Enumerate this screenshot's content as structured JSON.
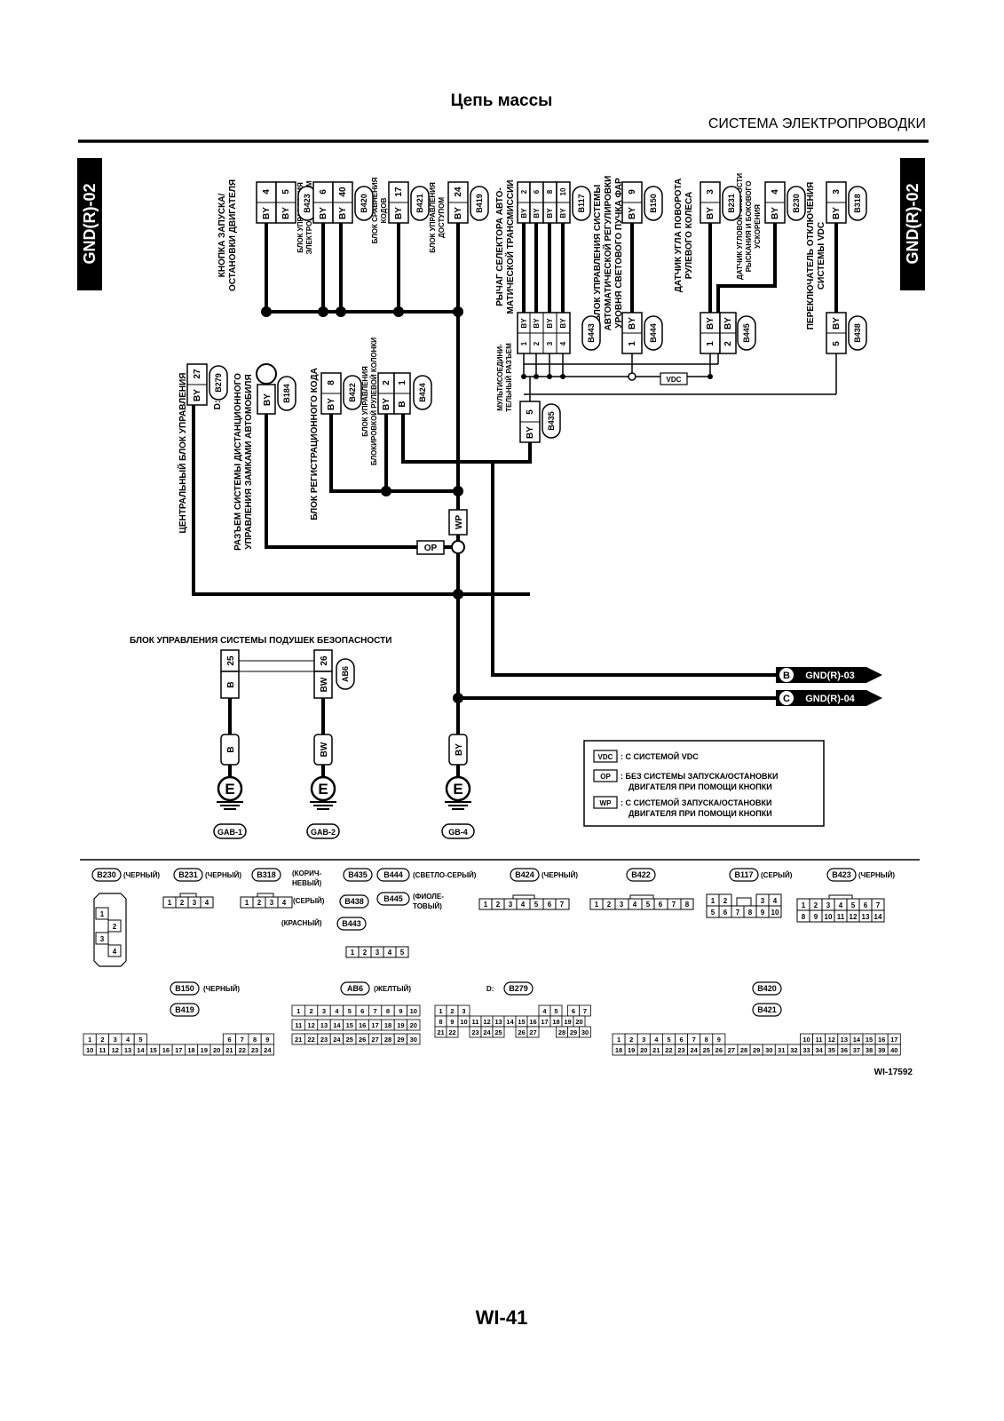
{
  "header": {
    "title": "Цепь массы",
    "section": "СИСТЕМА ЭЛЕКТРОПРОВОДКИ",
    "side_tab_left": "GND(R)-02",
    "side_tab_right": "GND(R)-02"
  },
  "top_components": [
    {
      "label": [
        "КНОПКА ЗАПУСКА/",
        "ОСТАНОВКИ ДВИГАТЕЛЯ"
      ],
      "connector": "B423",
      "pins": [
        "4",
        "5"
      ],
      "wires": [
        "BY",
        "BY"
      ]
    },
    {
      "label": [
        "БЛОК УПРАВЛЕНИЯ",
        "ЭЛЕКТРОПИТАНИЕМ"
      ],
      "connector": "B420",
      "pins": [
        "6",
        "40"
      ],
      "wires": [
        "BY",
        "BY"
      ]
    },
    {
      "label": [
        "БЛОК СРАВНЕНИЯ",
        "КОДОВ"
      ],
      "connector": "B421",
      "pins": [
        "17"
      ],
      "wires": [
        "BY"
      ]
    },
    {
      "label": [
        "БЛОК УПРАВЛЕНИЯ",
        "ДОСТУПОМ"
      ],
      "connector": "B419",
      "pins": [
        "24"
      ],
      "wires": [
        "BY"
      ]
    },
    {
      "label": [
        "РЫЧАГ СЕЛЕКТОРА АВТО-",
        "МАТИЧЕСКОЙ ТРАНСМИССИИ"
      ],
      "connector": "B117",
      "pins": [
        "2",
        "6",
        "8",
        "10"
      ],
      "wires": [
        "BY",
        "BY",
        "BY",
        "BY"
      ]
    },
    {
      "label": [
        "БЛОК УПРАВЛЕНИЯ СИСТЕМЫ",
        "АВТОМАТИЧЕСКОЙ РЕГУЛИРОВКИ",
        "УРОВНЯ СВЕТОВОГО ПУЧКА ФАР"
      ],
      "connector": "B150",
      "pins": [
        "9"
      ],
      "wires": [
        "BY"
      ]
    },
    {
      "label": [
        "ДАТЧИК УГЛА ПОВОРОТА",
        "РУЛЕВОГО КОЛЕСА"
      ],
      "connector": "B231",
      "pins": [
        "3"
      ],
      "wires": [
        "BY"
      ]
    },
    {
      "label": [
        "ДАТЧИК УГЛОВОЙ СКОРОСТИ",
        "РЫСКАНИЯ И БОКОВОГО",
        "УСКОРЕНИЯ"
      ],
      "connector": "B230",
      "pins": [
        "4"
      ],
      "wires": [
        "BY"
      ]
    },
    {
      "label": [
        "ПЕРЕКЛЮЧАТЕЛЬ ОТКЛЮЧЕНИЯ",
        "СИСТЕМЫ VDC"
      ],
      "connector": "B318",
      "pins": [
        "3"
      ],
      "wires": [
        "BY"
      ]
    }
  ],
  "mid_connectors": [
    {
      "connector": "B443",
      "pins": [
        "1",
        "2",
        "3",
        "4"
      ],
      "wires": [
        "BY",
        "BY",
        "BY",
        "BY"
      ]
    },
    {
      "connector": "B444",
      "pins": [
        "1"
      ],
      "wires": [
        "BY"
      ]
    },
    {
      "connector": "B445",
      "pins": [
        "1",
        "2"
      ],
      "wires": [
        "BY",
        "BY"
      ]
    },
    {
      "connector": "B438",
      "pins": [
        "5"
      ],
      "wires": [
        "BY"
      ]
    }
  ],
  "multiconnector": {
    "label": [
      "МУЛЬТИСОЕДИНИ-",
      "ТЕЛЬНЫЙ РАЗЪЕМ"
    ],
    "connector": "B435",
    "pin": "5",
    "wire": "BY"
  },
  "left_components": [
    {
      "label": [
        "ЦЕНТРАЛЬНЫЙ БЛОК УПРАВЛЕНИЯ"
      ],
      "connector": "B279",
      "prefix": "D:",
      "pin": "27",
      "wire": "BY"
    },
    {
      "label": [
        "РАЗЪЕМ СИСТЕМЫ ДИСТАНЦИОННОГО",
        "УПРАВЛЕНИЯ ЗАМКАМИ АВТОМОБИЛЯ"
      ],
      "connector": "B184",
      "wire": "BY"
    },
    {
      "label": [
        "БЛОК РЕГИСТРАЦИОННОГО КОДА"
      ],
      "connector": "B422",
      "pin": "8",
      "wire": "BY"
    },
    {
      "label": [
        "БЛОК УПРАВЛЕНИЯ",
        "БЛОКИРОВКОЙ РУЛЕВОЙ КОЛОНКИ"
      ],
      "connector": "B424",
      "pins": [
        "2",
        "1"
      ],
      "wires": [
        "BY",
        "B"
      ]
    }
  ],
  "tags": {
    "vdc": "VDC",
    "op": "OP",
    "wp": "WP"
  },
  "airbag": {
    "label": "БЛОК УПРАВЛЕНИЯ СИСТЕМЫ ПОДУШЕК БЕЗОПАСНОСТИ",
    "connector": "AB6",
    "pins": [
      "25",
      "26"
    ],
    "wires": [
      "B",
      "BW"
    ]
  },
  "ground_points": [
    {
      "wire": "B",
      "symbol": "E",
      "name": "GAB-1"
    },
    {
      "wire": "BW",
      "symbol": "E",
      "name": "GAB-2"
    },
    {
      "wire": "BY",
      "symbol": "E",
      "name": "GB-4"
    }
  ],
  "offpage": [
    {
      "letter": "B",
      "ref": "GND(R)-03"
    },
    {
      "letter": "C",
      "ref": "GND(R)-04"
    }
  ],
  "legend": [
    {
      "tag": "VDC",
      "text": [
        ": С СИСТЕМОЙ VDC"
      ]
    },
    {
      "tag": "OP",
      "text": [
        ": БЕЗ СИСТЕМЫ ЗАПУСКА/ОСТАНОВКИ",
        "ДВИГАТЕЛЯ ПРИ ПОМОЩИ КНОПКИ"
      ]
    },
    {
      "tag": "WP",
      "text": [
        ": С СИСТЕМОЙ ЗАПУСКА/ОСТАНОВКИ",
        "ДВИГАТЕЛЯ ПРИ ПОМОЩИ КНОПКИ"
      ]
    }
  ],
  "connector_faces": {
    "row1": {
      "b230": {
        "id": "B230",
        "color": "(ЧЕРНЫЙ)",
        "pins": [
          "1",
          "2",
          "3",
          "4"
        ]
      },
      "b231": {
        "id": "B231",
        "color": "(ЧЕРНЫЙ)",
        "pins": [
          "1",
          "2",
          "3",
          "4"
        ]
      },
      "b318": {
        "id": "B318",
        "pins": [
          "1",
          "2",
          "3",
          "4"
        ]
      },
      "b435": {
        "id": "B435",
        "color": [
          "(КОРИЧ-",
          "НЕВЫЙ)"
        ]
      },
      "b438": {
        "id": "B438",
        "color": "(СЕРЫЙ)"
      },
      "b443": {
        "id": "B443",
        "color": "(КРАСНЫЙ)",
        "pins": [
          "1",
          "2",
          "3",
          "4",
          "5"
        ]
      },
      "b444": {
        "id": "B444",
        "color": "(СВЕТЛО-СЕРЫЙ)"
      },
      "b445": {
        "id": "B445",
        "color": [
          "(ФИОЛЕ-",
          "ТОВЫЙ)"
        ]
      },
      "b424": {
        "id": "B424",
        "color": "(ЧЕРНЫЙ)",
        "pins": [
          "1",
          "2",
          "3",
          "4",
          "5",
          "6",
          "7"
        ]
      },
      "b422": {
        "id": "B422",
        "pins": [
          "1",
          "2",
          "3",
          "4",
          "5",
          "6",
          "7",
          "8"
        ]
      },
      "b117": {
        "id": "B117",
        "color": "(СЕРЫЙ)",
        "pins_top": [
          "1",
          "2",
          "3",
          "4"
        ],
        "pins_bottom": [
          "5",
          "6",
          "7",
          "8",
          "9",
          "10"
        ]
      },
      "b423": {
        "id": "B423",
        "color": "(ЧЕРНЫЙ)",
        "pins_top": [
          "1",
          "2",
          "3",
          "4",
          "5",
          "6",
          "7"
        ],
        "pins_bottom": [
          "8",
          "9",
          "10",
          "11",
          "12",
          "13",
          "14"
        ]
      }
    },
    "row2": {
      "b150": {
        "id": "B150",
        "color": "(ЧЕРНЫЙ)"
      },
      "b419": {
        "id": "B419",
        "pins_top": [
          "1",
          "2",
          "3",
          "4",
          "5",
          "6",
          "7",
          "8",
          "9"
        ],
        "pins_bottom": [
          "10",
          "11",
          "12",
          "13",
          "14",
          "15",
          "16",
          "17",
          "18",
          "19",
          "20",
          "21",
          "22",
          "23",
          "24"
        ]
      },
      "ab6": {
        "id": "AB6",
        "color": "(ЖЕЛТЫЙ)",
        "rows": [
          [
            "1",
            "2",
            "3",
            "4",
            "5",
            "6",
            "7",
            "8",
            "9",
            "10"
          ],
          [
            "11",
            "12",
            "13",
            "14",
            "15",
            "16",
            "17",
            "18",
            "19",
            "20"
          ],
          [
            "21",
            "22",
            "23",
            "24",
            "25",
            "26",
            "27",
            "28",
            "29",
            "30"
          ]
        ]
      },
      "b279": {
        "id": "B279",
        "prefix": "D:",
        "rows": [
          [
            "1",
            "2",
            "3",
            "4",
            "5",
            "6",
            "7"
          ],
          [
            "8",
            "9",
            "10",
            "11",
            "12",
            "13",
            "14",
            "15",
            "16",
            "17",
            "18",
            "19",
            "20"
          ],
          [
            "21",
            "22",
            "23",
            "24",
            "25",
            "26",
            "27",
            "28",
            "29",
            "30"
          ]
        ]
      },
      "b420": {
        "id": "B420"
      },
      "b421": {
        "id": "B421",
        "pins_top": [
          "1",
          "2",
          "3",
          "4",
          "5",
          "6",
          "7",
          "8",
          "9",
          "10",
          "11",
          "12",
          "13",
          "14",
          "15",
          "16",
          "17"
        ],
        "pins_bottom": [
          "18",
          "19",
          "20",
          "21",
          "22",
          "23",
          "24",
          "25",
          "26",
          "27",
          "28",
          "29",
          "30",
          "31",
          "32",
          "33",
          "34",
          "35",
          "36",
          "37",
          "38",
          "39",
          "40"
        ]
      }
    }
  },
  "figure_id": "WI-17592",
  "page_number": "WI-41"
}
